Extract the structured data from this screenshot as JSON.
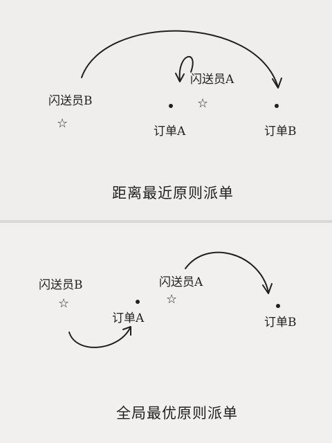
{
  "top": {
    "caption": "距离最近原则派单",
    "courier_b": "闪送员B",
    "courier_a": "闪送员A",
    "order_a": "订单A",
    "order_b": "订单B"
  },
  "bottom": {
    "caption": "全局最优原则派单",
    "courier_b": "闪送员B",
    "courier_a": "闪送员A",
    "order_a": "订单A",
    "order_b": "订单B"
  },
  "symbols": {
    "courier_marker": "star",
    "order_marker": "dot"
  }
}
